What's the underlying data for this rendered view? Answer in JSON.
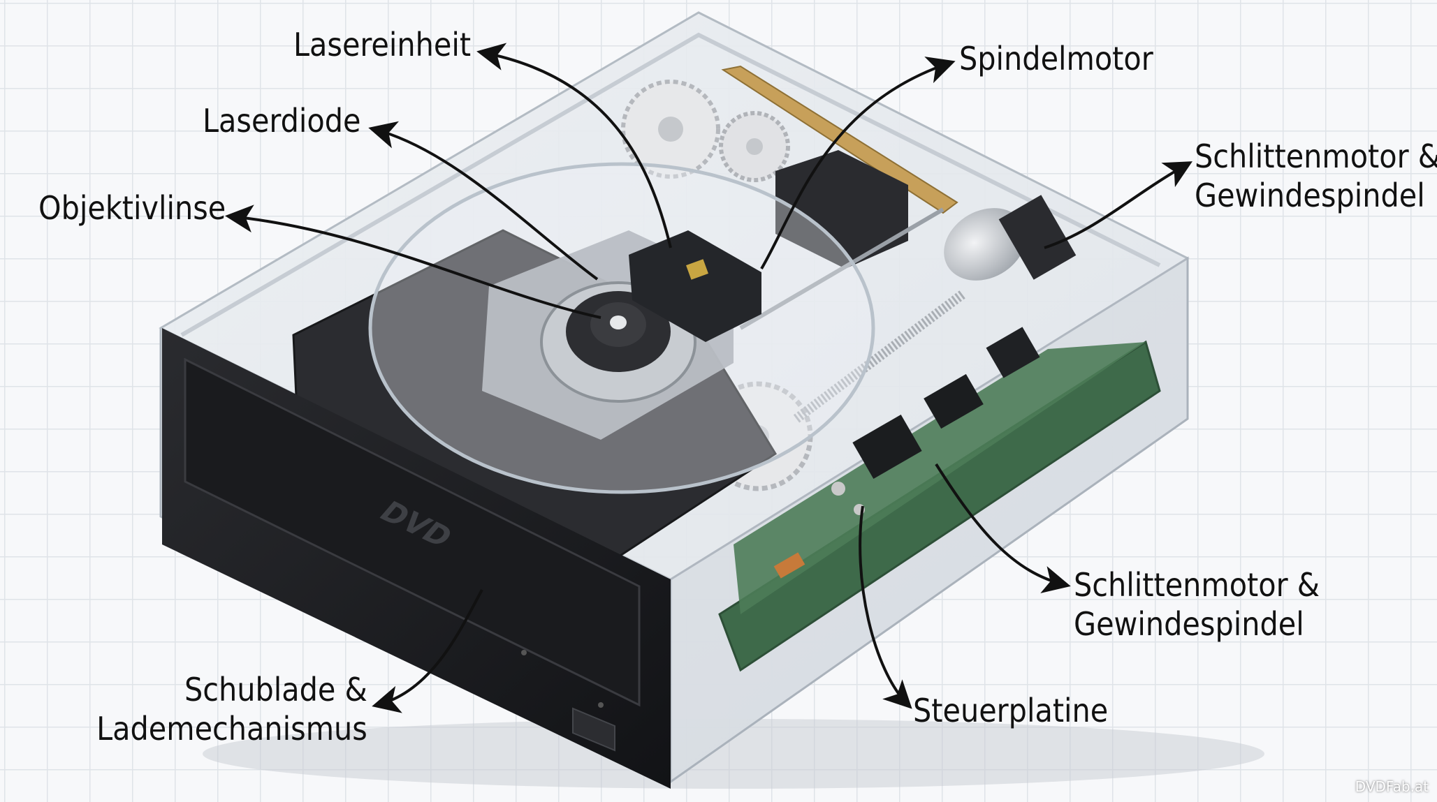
{
  "labels": {
    "lasereinheit": "Lasereinheit",
    "laserdiode": "Laserdiode",
    "objektivlinse": "Objektivlinse",
    "spindelmotor": "Spindelmotor",
    "schlittenmotor_top_l1": "Schlittenmotor &",
    "schlittenmotor_top_l2": "Gewindespindel",
    "schlittenmotor_mid_l1": "Schlittenmotor &",
    "schlittenmotor_mid_l2": "Gewindespindel",
    "steuerplatine": "Steuerplatine",
    "schublade_l1": "Schublade &",
    "schublade_l2": "Lademechanismus"
  },
  "drive_logo": "DVD",
  "watermark": "DVDFab.at",
  "colors": {
    "background": "#f7f8fa",
    "grid": "#dfe3e8",
    "bezel": "#1c1d20",
    "pcb": "#3e6a4a",
    "casing": "#d8dde3",
    "arrow": "#111111"
  }
}
